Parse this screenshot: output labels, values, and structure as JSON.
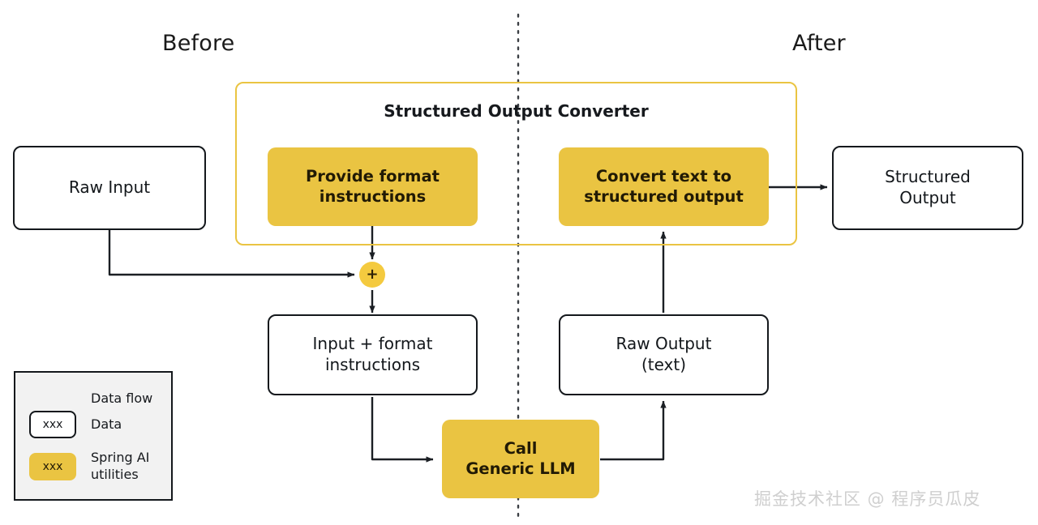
{
  "diagram": {
    "title_left": "Before",
    "title_right": "After",
    "divider": "vertical-dotted-divider",
    "group": {
      "label": "Structured Output Converter",
      "color": "#eac442"
    },
    "nodes": {
      "raw_input": "Raw Input",
      "provide_format": "Provide format\ninstructions",
      "convert_text": "Convert text to\nstructured  output",
      "structured_output": "Structured\nOutput",
      "junction": "+",
      "input_plus_format": "Input + format\ninstructions",
      "raw_output": "Raw Output\n(text)",
      "call_llm": "Call\nGeneric LLM"
    },
    "node_lines": {
      "provide_format_1": "Provide format",
      "provide_format_2": "instructions",
      "convert_text_1": "Convert text to",
      "convert_text_2": "structured  output",
      "structured_output_1": "Structured",
      "structured_output_2": "Output",
      "input_plus_format_1": "Input + format",
      "input_plus_format_2": "instructions",
      "raw_output_1": "Raw Output",
      "raw_output_2": "(text)",
      "call_llm_1": "Call",
      "call_llm_2": "Generic LLM"
    },
    "legend": {
      "rows": [
        {
          "glyph": "arrow-left",
          "label": "Data flow"
        },
        {
          "glyph": "white-box",
          "chip": "xxx",
          "label": "Data"
        },
        {
          "glyph": "yellow-box",
          "chip": "xxx",
          "label_1": "Spring AI",
          "label_2": "utilities"
        }
      ]
    },
    "watermark": "掘金技术社区 @ 程序员瓜皮",
    "colors": {
      "accent_yellow": "#eac442",
      "line_dark": "#14181c",
      "legend_bg": "#f2f2f2",
      "watermark": "#cfcfcf"
    }
  }
}
